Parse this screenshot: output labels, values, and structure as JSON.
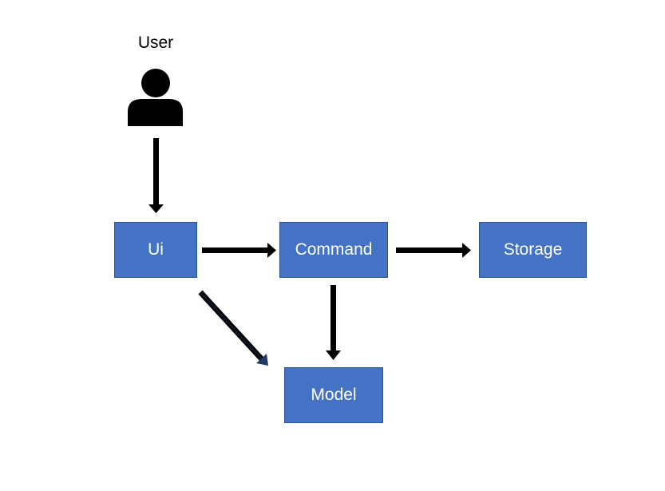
{
  "actor": {
    "label": "User",
    "icon": "user-icon"
  },
  "nodes": {
    "ui": "Ui",
    "command": "Command",
    "storage": "Storage",
    "model": "Model"
  },
  "edges": [
    {
      "from": "User",
      "to": "Ui"
    },
    {
      "from": "Ui",
      "to": "Command"
    },
    {
      "from": "Command",
      "to": "Storage"
    },
    {
      "from": "Command",
      "to": "Model"
    },
    {
      "from": "Ui",
      "to": "Model"
    }
  ],
  "colors": {
    "node_fill": "#4472c4",
    "node_border": "#2f528f",
    "node_text": "#ffffff",
    "arrow": "#000000",
    "diagonal_arrow_head": "#1f3864"
  }
}
